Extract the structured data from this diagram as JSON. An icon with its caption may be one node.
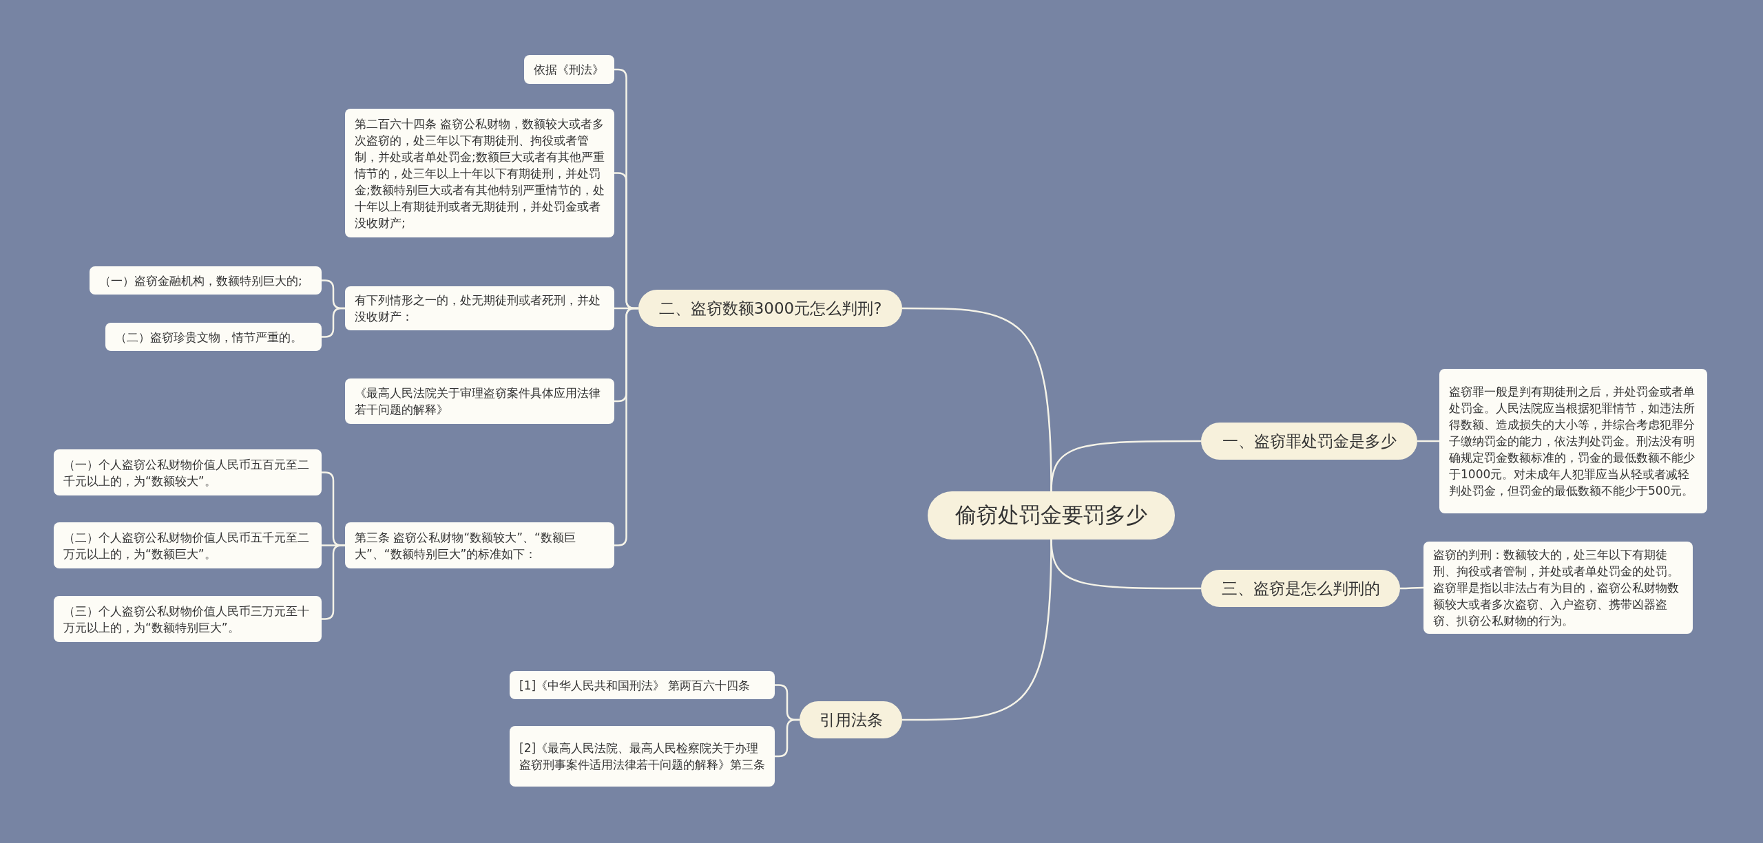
{
  "diagram": {
    "nodes": [
      {
        "text": [
          "偷窃处罚金要罚多少"
        ]
      },
      {
        "text": [
          "二、盗窃数额3000元怎么判刑?"
        ]
      },
      {
        "text": [
          "依据《刑法》"
        ]
      },
      {
        "text": [
          "第二百六十四条 盗窃公私财物，数额较大或者多次盗窃的，处三年以下有期徒刑、拘役或者管制，并处或者单处罚金;数额巨大或者有其他严重情节的，处三年以上十年以下有期徒刑，并处罚金;数额特别巨大或者有其他特别严重情节的，处十年以上有期徒刑或者无期徒刑，并处罚金或者没收财产;"
        ]
      },
      {
        "text": [
          "有下列情形之一的，处无期徒刑或者死刑，并处没收财产："
        ]
      },
      {
        "text": [
          "（一）盗窃金融机构，数额特别巨大的;"
        ]
      },
      {
        "text": [
          "（二）盗窃珍贵文物，情节严重的。"
        ]
      },
      {
        "text": [
          "《最高人民法院关于审理盗窃案件具体应用法律若干问题的解释》"
        ]
      },
      {
        "text": [
          "第三条 盗窃公私财物“数额较大”、“数额巨大”、“数额特别巨大”的标准如下："
        ]
      },
      {
        "text": [
          "（一）个人盗窃公私财物价值人民币五百元至二千元以上的，为“数额较大”。"
        ]
      },
      {
        "text": [
          "（二）个人盗窃公私财物价值人民币五千元至二万元以上的，为“数额巨大”。"
        ]
      },
      {
        "text": [
          "（三）个人盗窃公私财物价值人民币三万元至十万元以上的，为“数额特别巨大”。"
        ]
      },
      {
        "text": [
          "一、盗窃罪处罚金是多少"
        ]
      },
      {
        "text": [
          "盗窃罪一般是判有期徒刑之后，并处罚金或者单处罚金。人民法院应当根据犯罪情节，如违法所得数额、造成损失的大小等，并综合考虑犯罪分子缴纳罚金的能力，依法判处罚金。刑法没有明确规定罚金数额标准的，罚金的最低数额不能少于1000元。对未成年人犯罪应当从轻或者减轻判处罚金，但罚金的最低数额不能少于500元。"
        ]
      },
      {
        "text": [
          "三、盗窃是怎么判刑的"
        ]
      },
      {
        "text": [
          "盗窃的判刑：数额较大的，处三年以下有期徒刑、拘役或者管制，并处或者单处罚金的处罚。盗窃罪是指以非法占有为目的，盗窃公私财物数额较大或者多次盗窃、入户盗窃、携带凶器盗窃、扒窃公私财物的行为。"
        ]
      },
      {
        "text": [
          "引用法条"
        ]
      },
      {
        "text": [
          "[1]《中华人民共和国刑法》 第两百六十四条"
        ]
      },
      {
        "text": [
          "[2]《最高人民法院、最高人民检察院关于办理盗窃刑事案件适用法律若干问题的解释》第三条"
        ]
      }
    ],
    "edges": [
      {
        "from": 0,
        "to": 1,
        "arrow": "none"
      },
      {
        "from": 0,
        "to": 12,
        "arrow": "none"
      },
      {
        "from": 0,
        "to": 14,
        "arrow": "none"
      },
      {
        "from": 0,
        "to": 16,
        "arrow": "none"
      },
      {
        "from": 1,
        "to": 2,
        "arrow": "none"
      },
      {
        "from": 1,
        "to": 3,
        "arrow": "none"
      },
      {
        "from": 1,
        "to": 4,
        "arrow": "none"
      },
      {
        "from": 1,
        "to": 7,
        "arrow": "none"
      },
      {
        "from": 1,
        "to": 8,
        "arrow": "none"
      },
      {
        "from": 4,
        "to": 5,
        "arrow": "none"
      },
      {
        "from": 4,
        "to": 6,
        "arrow": "none"
      },
      {
        "from": 8,
        "to": 9,
        "arrow": "none"
      },
      {
        "from": 8,
        "to": 10,
        "arrow": "none"
      },
      {
        "from": 8,
        "to": 11,
        "arrow": "none"
      },
      {
        "from": 12,
        "to": 13,
        "arrow": "none"
      },
      {
        "from": 14,
        "to": 15,
        "arrow": "none"
      },
      {
        "from": 16,
        "to": 17,
        "arrow": "none"
      },
      {
        "from": 16,
        "to": 18,
        "arrow": "none"
      }
    ]
  }
}
